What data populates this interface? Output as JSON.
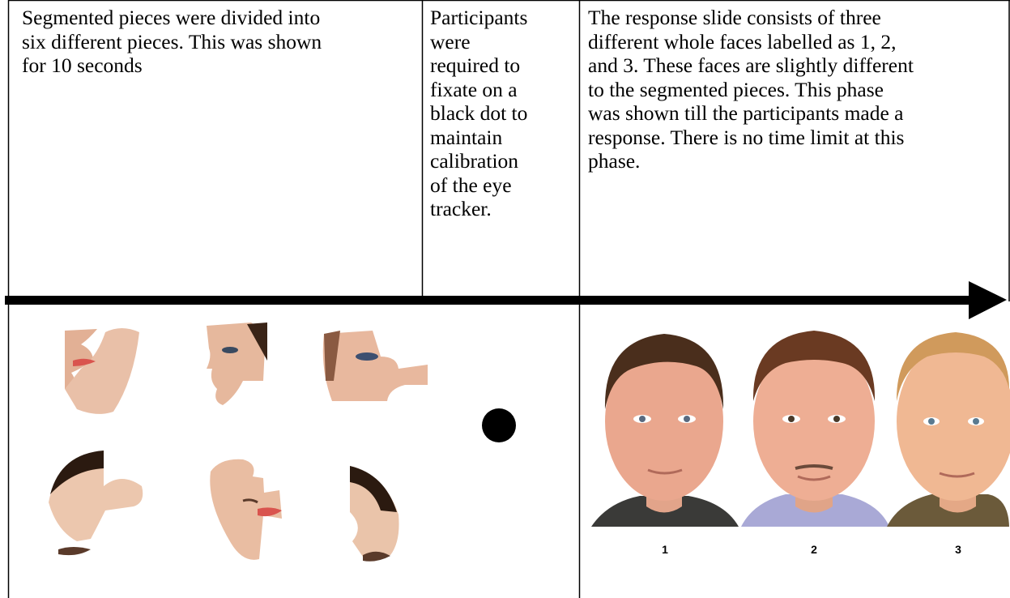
{
  "table": {
    "col1_text": "Segmented pieces were divided into\nsix different pieces. This was shown\nfor 10 seconds",
    "col2_text": "Participants\nwere\nrequired to\nfixate on a\nblack dot to\nmaintain\ncalibration\nof the eye\ntracker.",
    "col3_text": "The response slide consists of three\ndifferent whole faces labelled as 1, 2,\nand 3. These faces are slightly different\nto the segmented pieces. This phase\nwas shown till the participants made a\nresponse. There is no time limit at this\nphase."
  },
  "faces": {
    "labels": [
      "1",
      "2",
      "3"
    ]
  },
  "colors": {
    "line": "#000000",
    "skin": "#e8b49a",
    "hair_dark": "#3a2417",
    "hair_light": "#c98a4a",
    "shirt1": "#3a3a38",
    "shirt2": "#a9a9d6",
    "shirt3": "#6b5a3a",
    "lips": "#d9544e",
    "face_bg": "#f0c2a6"
  }
}
